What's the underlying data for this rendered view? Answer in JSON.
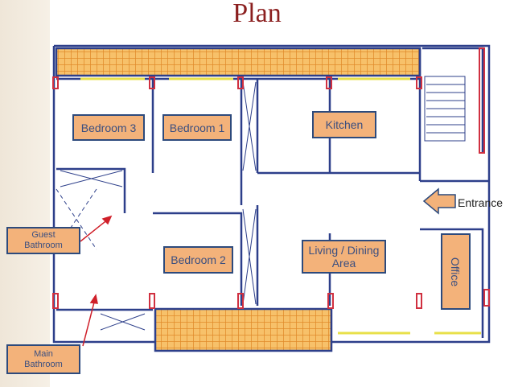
{
  "title": "Plan",
  "rooms": {
    "bedroom3": "Bedroom 3",
    "bedroom1": "Bedroom 1",
    "kitchen": "Kitchen",
    "bedroom2": "Bedroom 2",
    "living": "Living / Dining Area",
    "office": "Office",
    "guest_bathroom": "Guest Bathroom",
    "main_bathroom": "Main Bathroom"
  },
  "entrance": "Entrance",
  "colors": {
    "label_fill": "#f3b27a",
    "label_border": "#2d4a7c",
    "wall": "#2d3f8a",
    "window": "#d03040",
    "title": "#8b1f1f"
  }
}
